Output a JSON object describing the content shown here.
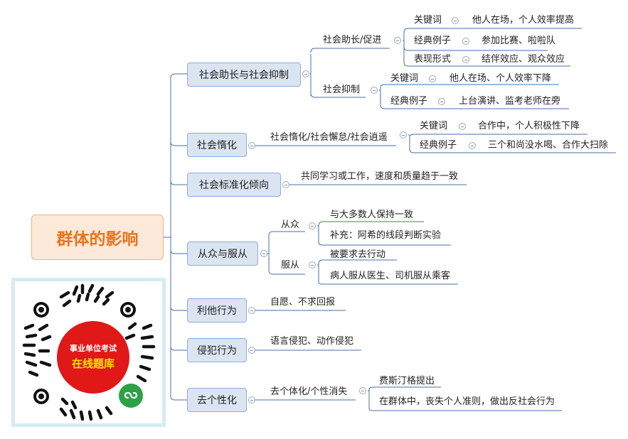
{
  "root": {
    "title": "群体的影响"
  },
  "branches": {
    "facilitation": {
      "label": "社会助长与社会抑制",
      "help": {
        "label": "社会助长/促进",
        "keyword": {
          "label": "关键词",
          "value": "他人在场，个人效率提高"
        },
        "example": {
          "label": "经典例子",
          "value": "参加比赛、啦啦队"
        },
        "form": {
          "label": "表现形式",
          "value": "结伴效应、观众效应"
        }
      },
      "inhibit": {
        "label": "社会抑制",
        "keyword": {
          "label": "关键词",
          "value": "他人在场、个人效率下降"
        },
        "example": {
          "label": "经典例子",
          "value": "上台演讲、监考老师在旁"
        }
      }
    },
    "loafing": {
      "label": "社会惰化",
      "sub": "社会惰化/社会懈怠/社会逍遥",
      "keyword": {
        "label": "关键词",
        "value": "合作中，个人积极性下降"
      },
      "example": {
        "label": "经典例子",
        "value": "三个和尚没水喝、合作大扫除"
      }
    },
    "standard": {
      "label": "社会标准化倾向",
      "sub": "共同学习或工作，速度和质量趋于一致"
    },
    "conformity": {
      "label": "从众与服从",
      "conform": {
        "label": "从众",
        "items": [
          "与大多数人保持一致",
          "补充：阿希的线段判断实验"
        ]
      },
      "obey": {
        "label": "服从",
        "items": [
          "被要求去行动",
          "病人服从医生、司机服从乘客"
        ]
      }
    },
    "altruism": {
      "label": "利他行为",
      "sub": "自愿、不求回报"
    },
    "aggression": {
      "label": "侵犯行为",
      "sub": "语言侵犯、动作侵犯"
    },
    "deindividuation": {
      "label": "去个性化",
      "sub": "去个体化/个性消失",
      "items": [
        "费斯汀格提出",
        "在群体中，丧失个人准则，做出反社会行为"
      ]
    }
  },
  "qr": {
    "line1": "事业单位考试",
    "line2": "在线题库"
  },
  "colors": {
    "line": "#4a6fa5",
    "main_fill": "#dbe5f1",
    "root_fill": "#fde9d9",
    "root_text": "#e8741a",
    "badge": "#e01818",
    "miniprogram": "#2ba246"
  }
}
